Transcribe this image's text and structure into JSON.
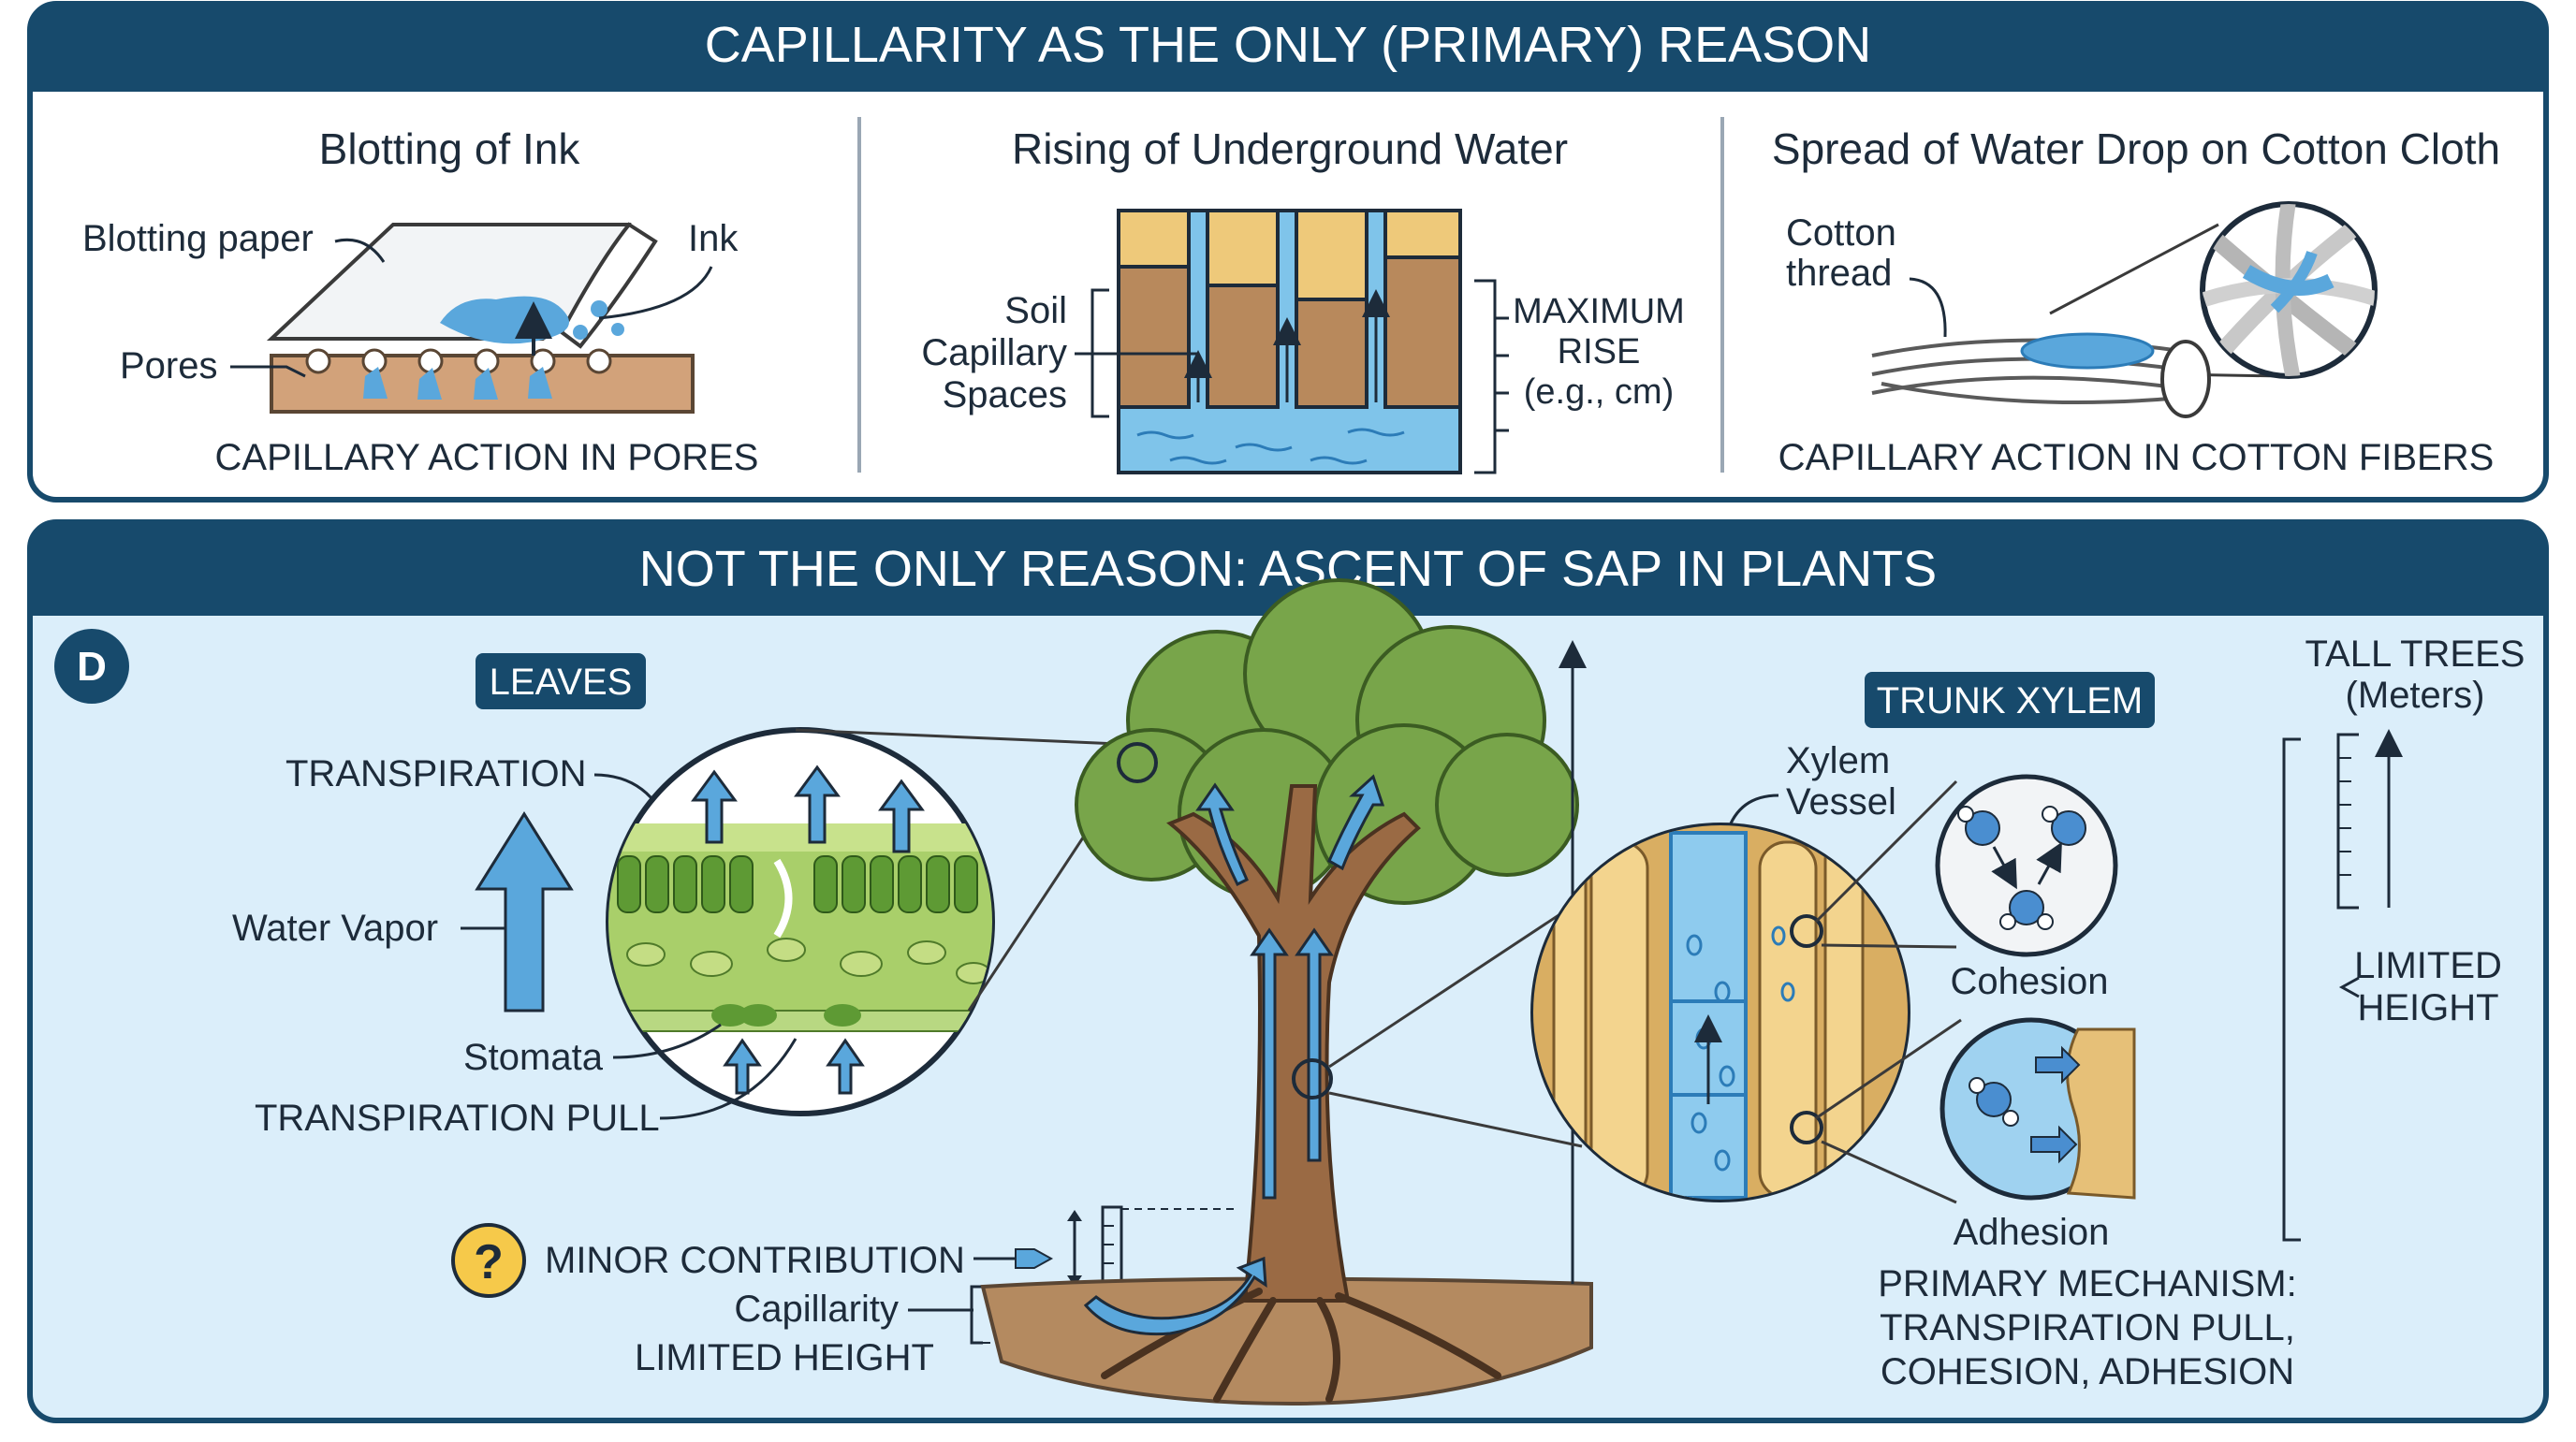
{
  "colors": {
    "navy": "#174a6c",
    "water": "#6bb6e2",
    "water_dark": "#2c7cb8",
    "soil": "#b8895c",
    "sand": "#eec97a",
    "panel_bg": "#dbeefa",
    "leaf_green": "#75a64a",
    "bark": "#8a5a3a",
    "help_yellow": "#f6c94a"
  },
  "top": {
    "banner": "CAPILLARITY AS THE ONLY (PRIMARY) REASON",
    "ink": {
      "title": "Blotting of Ink",
      "label_paper": "Blotting paper",
      "label_ink": "Ink",
      "label_pores": "Pores",
      "caption": "CAPILLARY ACTION IN PORES"
    },
    "water": {
      "title": "Rising of Underground Water",
      "label_soil": [
        "Soil",
        "Capillary",
        "Spaces"
      ],
      "label_rise": [
        "MAXIMUM",
        "RISE",
        "(e.g., cm)"
      ]
    },
    "cotton": {
      "title": "Spread of Water Drop on Cotton Cloth",
      "label_thread": [
        "Cotton",
        "thread"
      ],
      "caption": "CAPILLARY ACTION IN COTTON FIBERS"
    }
  },
  "bottom": {
    "banner": "NOT THE ONLY REASON: ASCENT OF SAP IN PLANTS",
    "badge": "D",
    "leaves": {
      "tag": "LEAVES",
      "transpiration": "TRANSPIRATION",
      "water_vapor": "Water Vapor",
      "stomata": "Stomata",
      "pull": "TRANSPIRATION PULL"
    },
    "minor": {
      "symbol": "?",
      "label": "MINOR CONTRIBUTION",
      "capillarity": "Capillarity",
      "limited": "LIMITED HEIGHT"
    },
    "xylem": {
      "tag": "TRUNK XYLEM",
      "vessel": [
        "Xylem",
        "Vessel"
      ],
      "cohesion": "Cohesion",
      "adhesion": "Adhesion"
    },
    "tall": {
      "title": [
        "TALL TREES",
        "(Meters)"
      ],
      "limited": [
        "LIMITED",
        "HEIGHT"
      ]
    },
    "primary": [
      "PRIMARY MECHANISM:",
      "TRANSPIRATION PULL,",
      "COHESION, ADHESION"
    ]
  }
}
